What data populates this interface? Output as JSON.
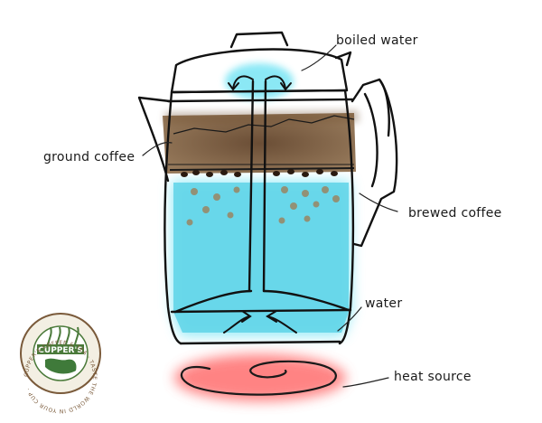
{
  "labels": {
    "boiled_water": "boiled water",
    "ground_coffee": "ground coffee",
    "brewed_coffee": "brewed coffee",
    "water": "water",
    "heat_source": "heat source"
  },
  "logo": {
    "brand": "CUPPER'S",
    "ring_text": "CUPPER'S COFFEE & TEA · TASTE THE WORLD IN YOUR CUP ·"
  },
  "colors": {
    "water": "#5fd3e8",
    "water_glow": "#7fe6f5",
    "coffee": "#6b4a2b",
    "heat": "#ff6b6b",
    "logo_green": "#4a7a3a",
    "logo_brown": "#7a5a3a"
  }
}
